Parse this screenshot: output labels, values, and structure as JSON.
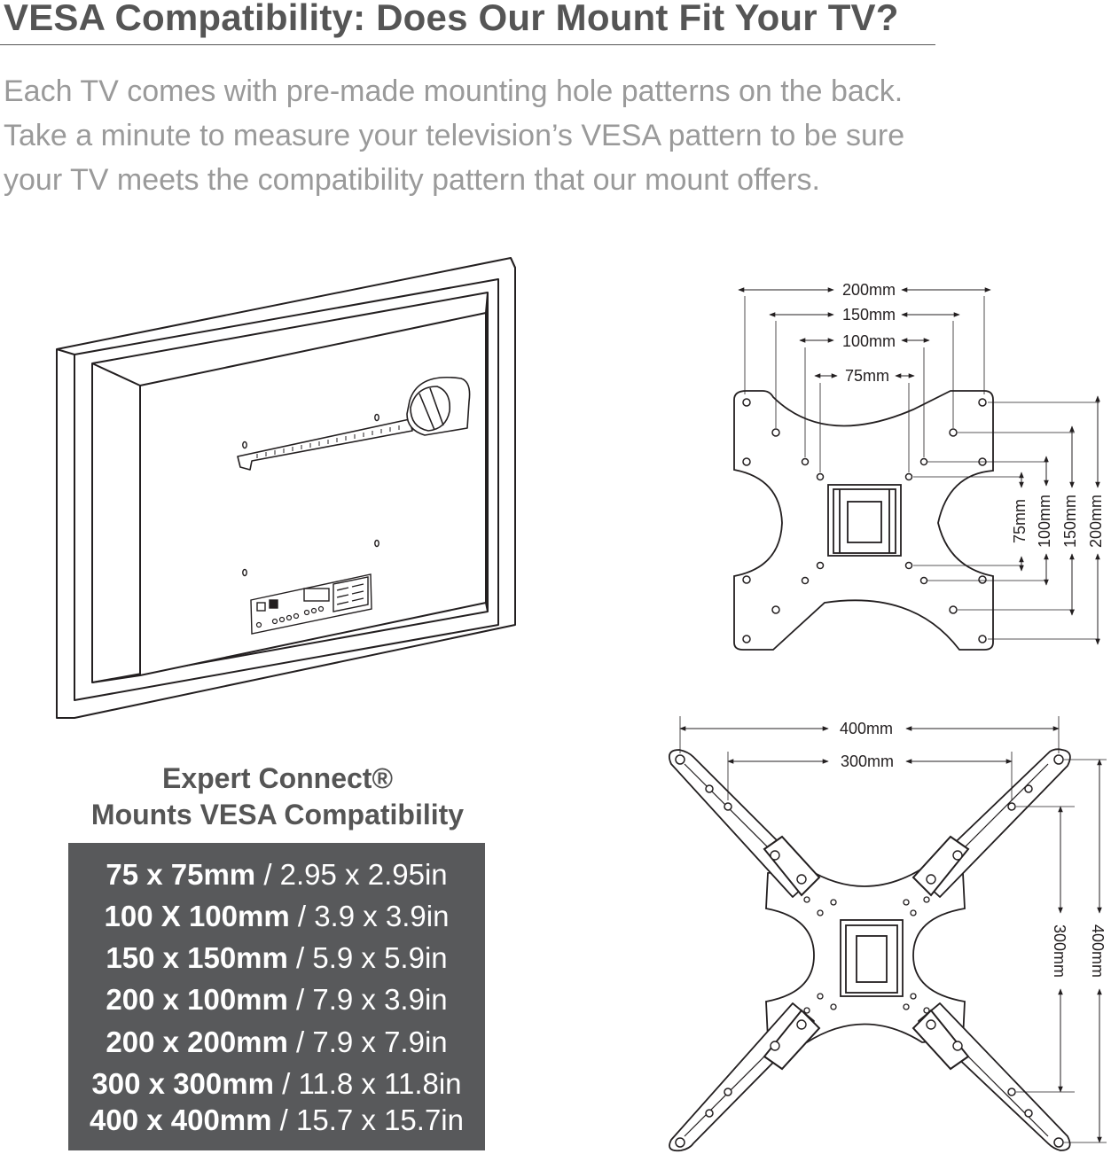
{
  "header": {
    "title": "VESA Compatibility: Does Our Mount Fit Your TV?"
  },
  "intro": {
    "lines": [
      "Each TV comes with pre-made mounting hole patterns on the back.",
      "Take a minute to measure your television’s VESA pattern to be sure",
      "your TV meets the compatibility pattern that our mount offers."
    ]
  },
  "small_plate": {
    "horizontal_labels": [
      "200mm",
      "150mm",
      "100mm",
      "75mm"
    ],
    "vertical_labels": [
      "75mm",
      "100mm",
      "150mm",
      "200mm"
    ]
  },
  "large_plate": {
    "horizontal_labels": [
      "400mm",
      "300mm"
    ],
    "vertical_labels": [
      "300mm",
      "400mm"
    ]
  },
  "compat": {
    "caption_line1": "Expert Connect®",
    "caption_line2": "Mounts VESA Compatibility",
    "rows": [
      {
        "mm": "75 x 75mm",
        "inch": " / 2.95 x 2.95in"
      },
      {
        "mm": "100 X 100mm",
        "inch": " / 3.9 x 3.9in"
      },
      {
        "mm": "150 x 150mm",
        "inch": " /  5.9 x 5.9in"
      },
      {
        "mm": "200 x 100mm",
        "inch": " / 7.9 x 3.9in"
      },
      {
        "mm": "200 x 200mm",
        "inch": " / 7.9 x 7.9in"
      },
      {
        "mm": "300 x 300mm",
        "inch": " / 11.8 x 11.8in"
      },
      {
        "mm": "400 x 400mm",
        "inch": " / 15.7 x 15.7in"
      }
    ]
  }
}
